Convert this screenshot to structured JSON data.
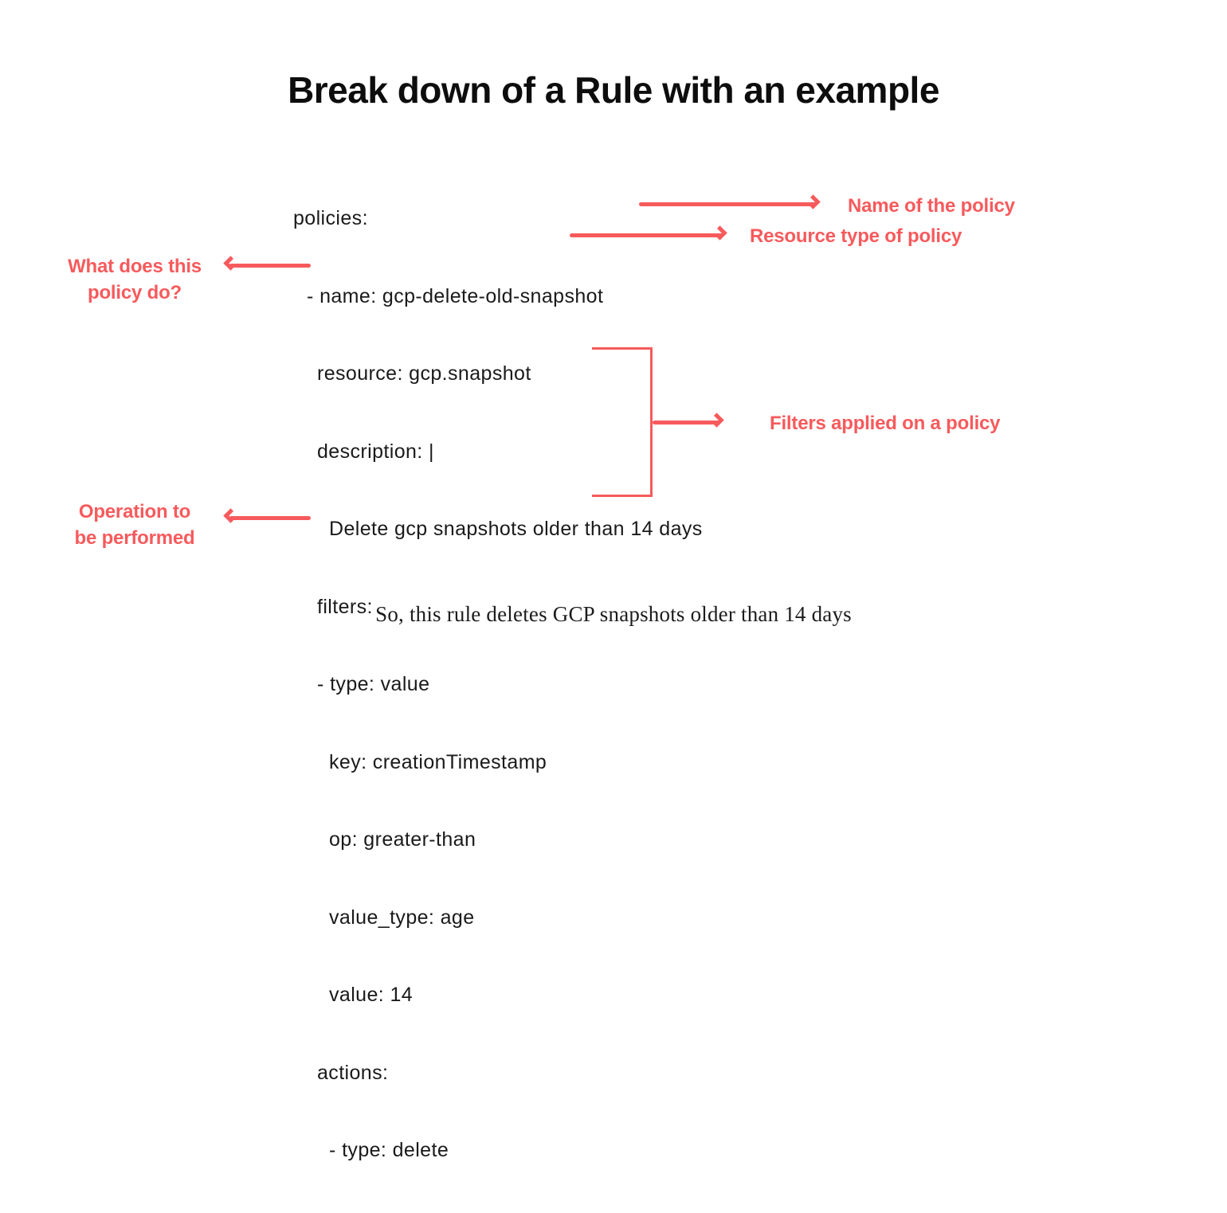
{
  "title": "Break down of a Rule with an example",
  "colors": {
    "accent": "#f75a5c",
    "code_text": "#1a1a1a"
  },
  "yaml": {
    "lines": [
      {
        "text": "policies:",
        "indent": 0
      },
      {
        "text": "- name: gcp-delete-old-snapshot",
        "indent": 1
      },
      {
        "text": "resource: gcp.snapshot",
        "indent": 2
      },
      {
        "text": "description: |",
        "indent": 2
      },
      {
        "text": "Delete gcp snapshots older than 14 days",
        "indent": 3
      },
      {
        "text": "filters:",
        "indent": 2
      },
      {
        "text": "- type: value",
        "indent": 2
      },
      {
        "text": "key: creationTimestamp",
        "indent": 3
      },
      {
        "text": "op: greater-than",
        "indent": 3
      },
      {
        "text": "value_type: age",
        "indent": 3
      },
      {
        "text": "value: 14",
        "indent": 3
      },
      {
        "text": "actions:",
        "indent": 2
      },
      {
        "text": "- type: delete",
        "indent": 3
      }
    ]
  },
  "annotations": {
    "name_label": "Name of the policy",
    "resource_label": "Resource type of policy",
    "description_label_line1": "What does this",
    "description_label_line2": "policy do?",
    "filters_label": "Filters applied on a policy",
    "actions_label_line1": "Operation to",
    "actions_label_line2": "be performed"
  },
  "footer": "So, this rule deletes GCP snapshots older than 14 days"
}
